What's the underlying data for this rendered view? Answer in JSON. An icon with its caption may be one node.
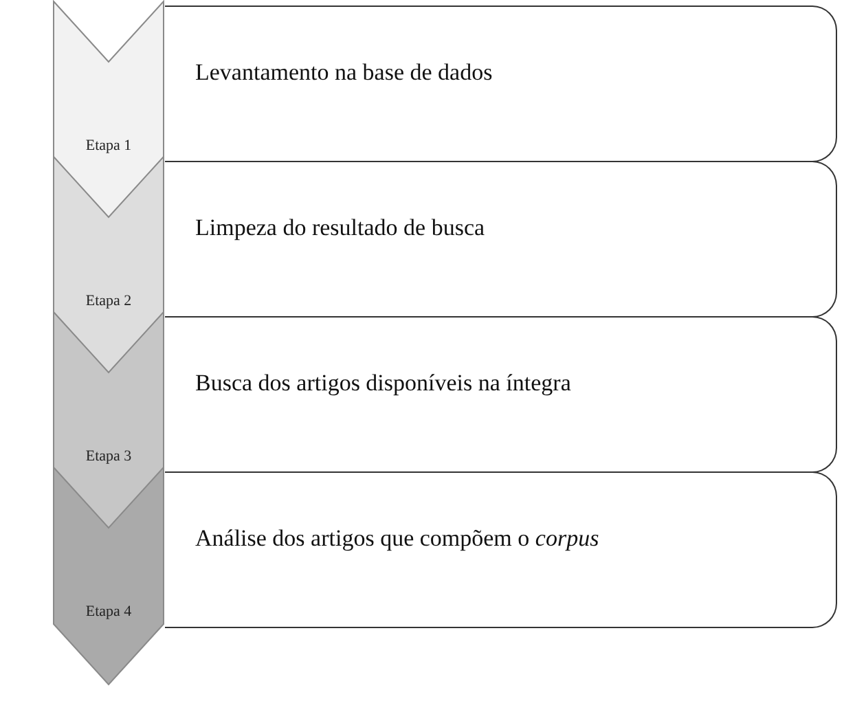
{
  "diagram": {
    "nodes": [
      {
        "text": [
          "Etapa 1"
        ]
      },
      {
        "text": [
          "Levantamento na base de dados"
        ]
      },
      {
        "text": [
          "Etapa 2"
        ]
      },
      {
        "text": [
          "Limpeza do resultado de busca"
        ]
      },
      {
        "text": [
          "Etapa 3"
        ]
      },
      {
        "text": [
          "Busca dos artigos disponíveis na íntegra"
        ]
      },
      {
        "text": [
          "Etapa 4"
        ]
      },
      {
        "text": [
          "Análise dos artigos que compõem o *corpus*"
        ]
      }
    ],
    "edges": []
  }
}
